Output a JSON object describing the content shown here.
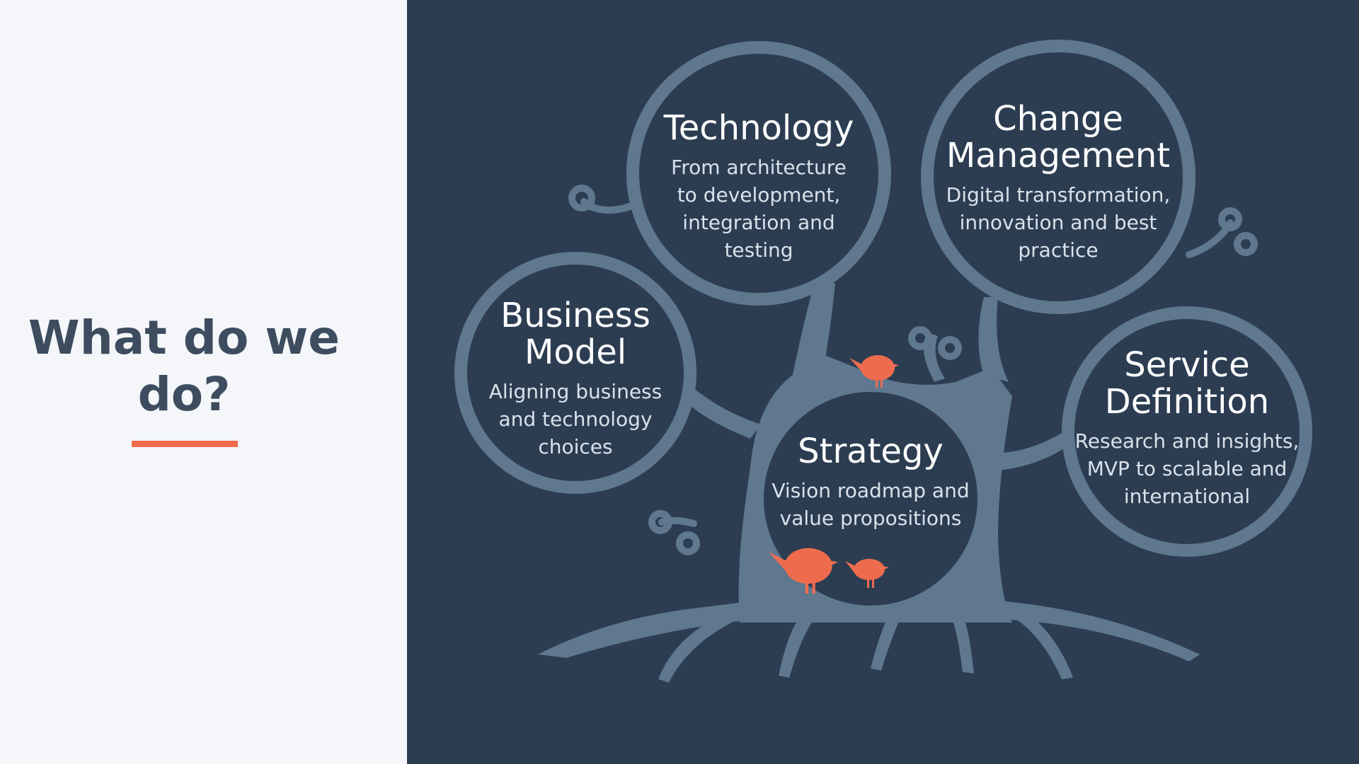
{
  "slide": {
    "heading": "What do we\ndo?",
    "accent_color": "#ee6c4d",
    "panel_color": "#2c3d52",
    "tree_color": "#5f7890"
  },
  "bubbles": {
    "technology": {
      "title": "Technology",
      "description": "From architecture\nto development,\nintegration and\ntesting"
    },
    "change_management": {
      "title": "Change\nManagement",
      "description": "Digital transformation,\ninnovation and best\npractice"
    },
    "business_model": {
      "title": "Business\nModel",
      "description": "Aligning business\nand technology\nchoices"
    },
    "strategy": {
      "title": "Strategy",
      "description": "Vision roadmap and\nvalue propositions"
    },
    "service_definition": {
      "title": "Service\nDefinition",
      "description": "Research and insights,\nMVP to scalable and\ninternational"
    }
  },
  "decorations": {
    "bird_color": "#ee6c4d",
    "birds": [
      "bird-icon",
      "bird-icon",
      "bird-icon"
    ]
  }
}
